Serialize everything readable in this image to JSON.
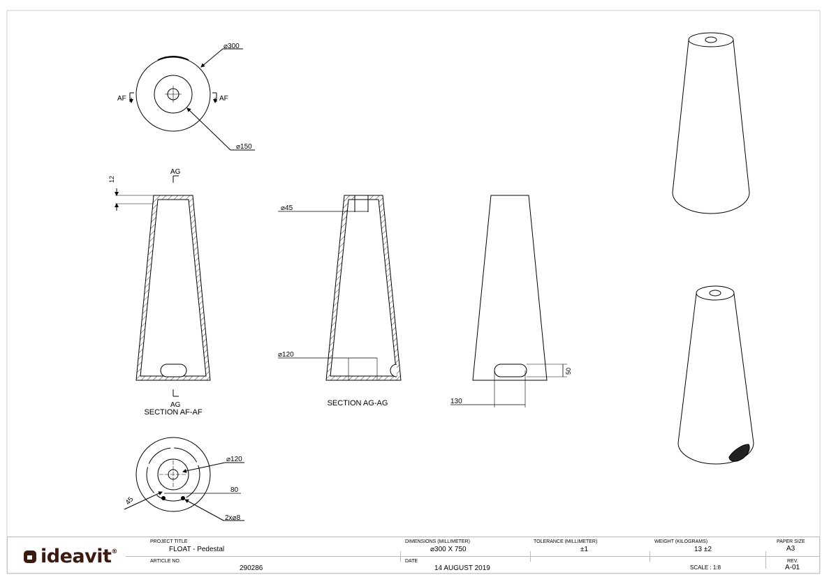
{
  "drawing": {
    "top_view": {
      "dim_outer": "⌀300",
      "dim_inner": "⌀150",
      "section_mark_left": "AF",
      "section_mark_right": "AF"
    },
    "section_af": {
      "title": "SECTION AF-AF",
      "dim_top_thickness": "12",
      "mark_top": "AG",
      "mark_bottom": "AG"
    },
    "section_ag": {
      "title": "SECTION AG-AG",
      "dim_hole": "⌀45",
      "dim_base": "⌀120"
    },
    "side_view": {
      "dim_slot_height": "50",
      "dim_slot_width": "130"
    },
    "bottom_view": {
      "dim_circle": "⌀120",
      "dim_offset": "80",
      "dim_holes": "2x⌀8",
      "dim_angle": "45"
    }
  },
  "title_block": {
    "logo": "ideavit",
    "project_title_label": "PROJECT TITLE",
    "project_title": "FLOAT - Pedestal",
    "article_label": "ARTICLE NO.",
    "article": "290286",
    "dimensions_label": "DIMENSIONS (MILLIMETER)",
    "dimensions": "⌀300  X 750",
    "date_label": "DATE",
    "date": "14 AUGUST 2019",
    "tolerance_label": "TOLERANCE (MILLIMETER)",
    "tolerance": "±1",
    "weight_label": "WEIGHT (KILOGRAMS)",
    "weight": "13 ±2",
    "scale": "SCALE : 1:8",
    "paper_size_label": "PAPER SIZE",
    "paper_size": "A3",
    "rev_label": "REV.",
    "rev": "A-01"
  }
}
